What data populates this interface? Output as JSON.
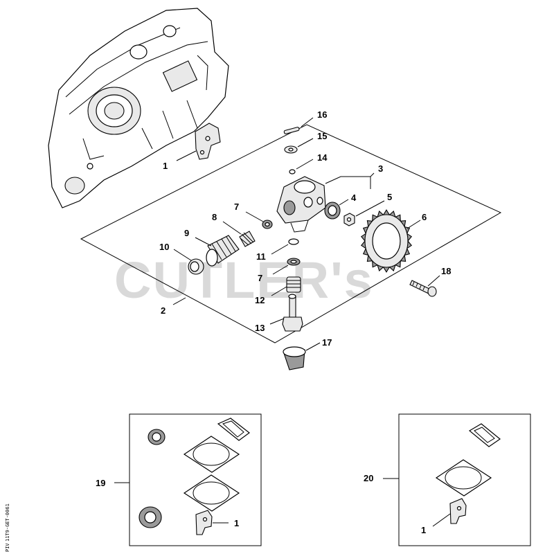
{
  "watermark": "CUTLER's",
  "drawing_code": "11T9-GET-0061",
  "drawing_code_small": "PIV",
  "callouts": {
    "p1_top": "1",
    "p2": "2",
    "p3": "3",
    "p4": "4",
    "p5": "5",
    "p6": "6",
    "p7_a": "7",
    "p7_b": "7",
    "p8": "8",
    "p9": "9",
    "p10": "10",
    "p11": "11",
    "p12": "12",
    "p13": "13",
    "p14": "14",
    "p15": "15",
    "p16": "16",
    "p17": "17",
    "p18": "18",
    "p19": "19",
    "p20": "20",
    "p1_kit19": "1",
    "p1_kit20": "1"
  }
}
